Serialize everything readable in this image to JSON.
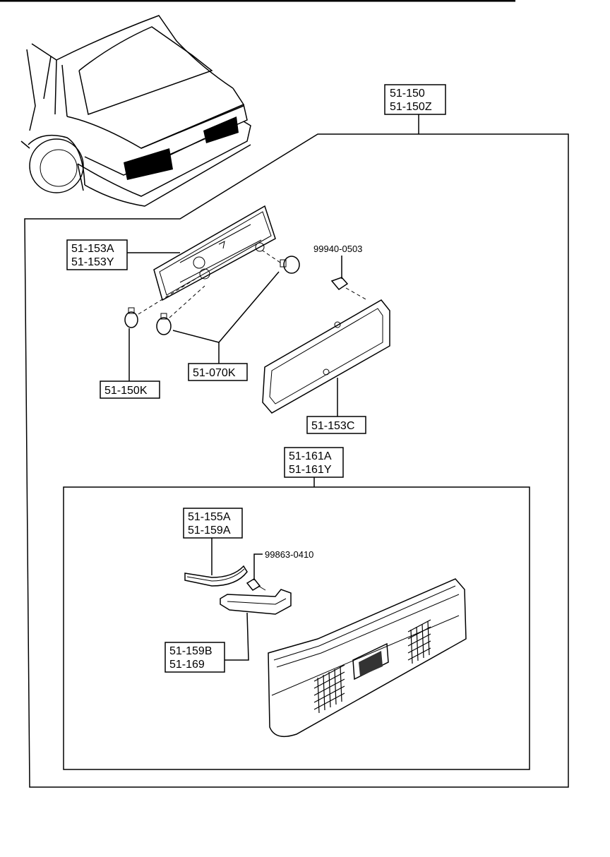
{
  "parts": {
    "assembly_top": [
      "51-150",
      "51-150Z"
    ],
    "lamp_socket": [
      "51-153A",
      "51-153Y"
    ],
    "screw_top": "99940-0503",
    "bulb_small": "51-150K",
    "bulb": "51-070K",
    "gasket": "51-153C",
    "lens_assembly": [
      "51-161A",
      "51-161Y"
    ],
    "molding": [
      "51-155A",
      "51-159A"
    ],
    "screw_bottom": "99863-0410",
    "garnish": [
      "51-159B",
      "51-169"
    ]
  }
}
